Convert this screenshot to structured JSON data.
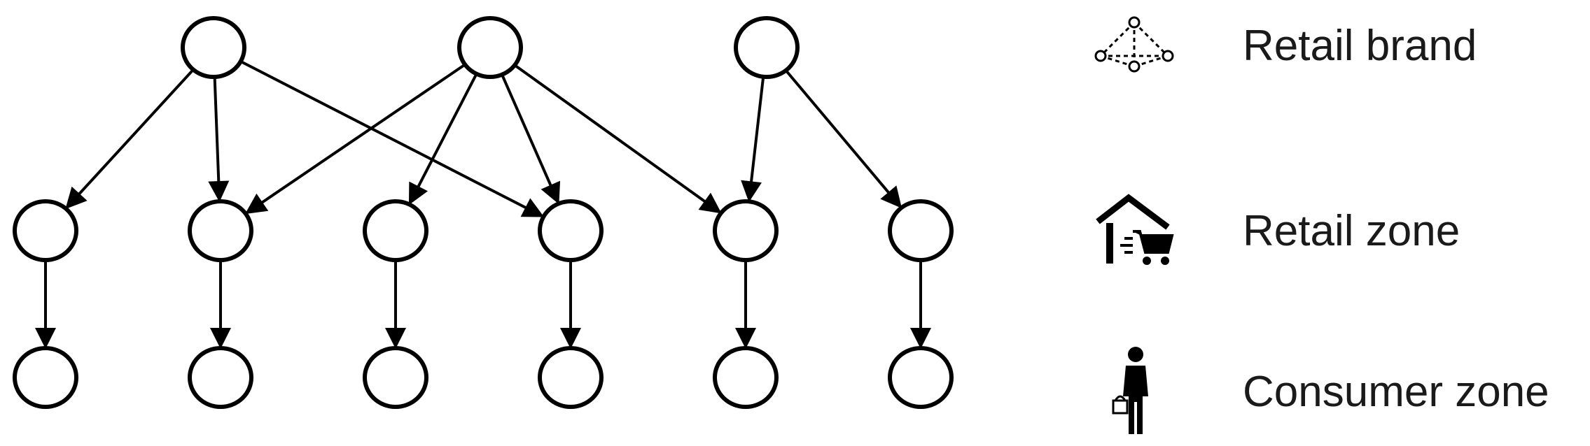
{
  "diagram": {
    "layers": [
      {
        "role": "retail-brand",
        "count": 3
      },
      {
        "role": "retail-zone",
        "count": 6
      },
      {
        "role": "consumer-zone",
        "count": 6
      }
    ],
    "brand_to_zone_edges": [
      [
        0,
        0
      ],
      [
        0,
        1
      ],
      [
        0,
        3
      ],
      [
        1,
        1
      ],
      [
        1,
        2
      ],
      [
        1,
        3
      ],
      [
        1,
        4
      ],
      [
        2,
        4
      ],
      [
        2,
        5
      ]
    ],
    "zone_to_consumer_edges": [
      [
        0,
        0
      ],
      [
        1,
        1
      ],
      [
        2,
        2
      ],
      [
        3,
        3
      ],
      [
        4,
        4
      ],
      [
        5,
        5
      ]
    ]
  },
  "legend": [
    {
      "icon": "network-icon",
      "label": "Retail brand"
    },
    {
      "icon": "store-cart-icon",
      "label": "Retail zone"
    },
    {
      "icon": "shopper-icon",
      "label": "Consumer zone"
    }
  ]
}
